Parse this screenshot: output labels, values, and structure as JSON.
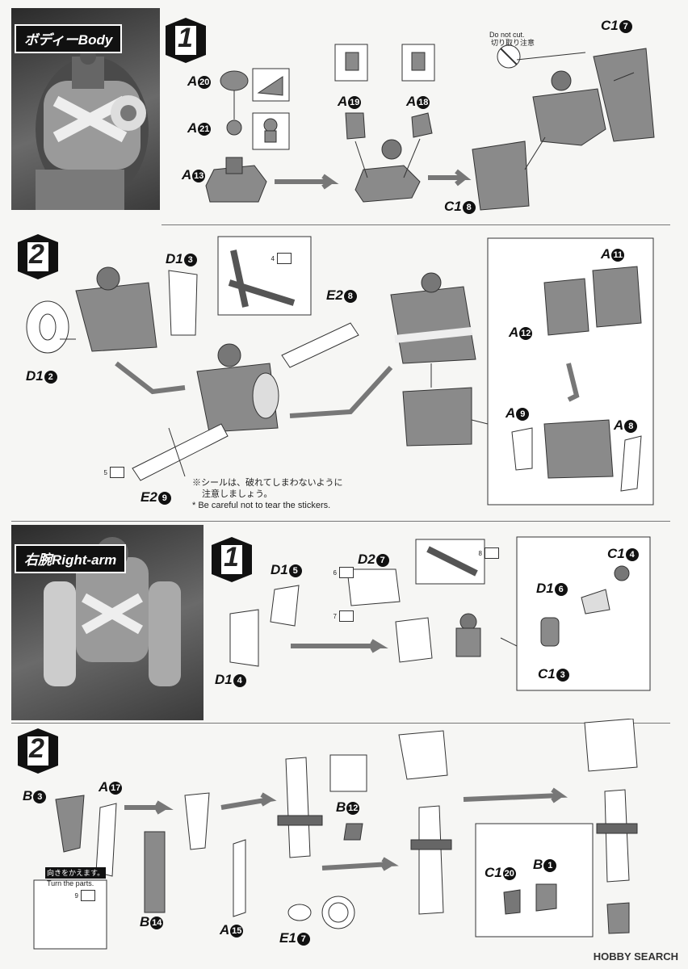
{
  "body_section": {
    "banner": "ボディーBody",
    "step1": {
      "badge": "1",
      "labels": [
        {
          "part": "A",
          "num": "20"
        },
        {
          "part": "A",
          "num": "21"
        },
        {
          "part": "A",
          "num": "13"
        },
        {
          "part": "A",
          "num": "19"
        },
        {
          "part": "A",
          "num": "18"
        },
        {
          "part": "C1",
          "num": "7"
        },
        {
          "part": "C1",
          "num": "8"
        }
      ],
      "do_not_cut_en": "Do not cut.",
      "do_not_cut_jp": "切り取り注意"
    },
    "step2": {
      "badge": "2",
      "labels": [
        {
          "part": "D1",
          "num": "3"
        },
        {
          "part": "D1",
          "num": "2"
        },
        {
          "part": "E2",
          "num": "8"
        },
        {
          "part": "E2",
          "num": "9"
        },
        {
          "part": "A",
          "num": "11"
        },
        {
          "part": "A",
          "num": "12"
        },
        {
          "part": "A",
          "num": "9"
        },
        {
          "part": "A",
          "num": "8"
        }
      ],
      "sticker_4": "4",
      "sticker_5": "5",
      "note_jp_1": "※シールは、破れてしまわないように",
      "note_jp_2": "注意しましょう。",
      "note_en": "* Be careful not to tear the stickers."
    }
  },
  "right_arm_section": {
    "banner": "右腕Right-arm",
    "step1": {
      "badge": "1",
      "labels": [
        {
          "part": "D1",
          "num": "5"
        },
        {
          "part": "D1",
          "num": "4"
        },
        {
          "part": "D2",
          "num": "7"
        },
        {
          "part": "C1",
          "num": "4"
        },
        {
          "part": "D1",
          "num": "6"
        },
        {
          "part": "C1",
          "num": "3"
        }
      ],
      "sticker_6": "6",
      "sticker_7": "7",
      "sticker_8": "8"
    },
    "step2": {
      "badge": "2",
      "labels": [
        {
          "part": "B",
          "num": "3"
        },
        {
          "part": "A",
          "num": "17"
        },
        {
          "part": "B",
          "num": "14"
        },
        {
          "part": "A",
          "num": "15"
        },
        {
          "part": "B",
          "num": "12"
        },
        {
          "part": "E1",
          "num": "7"
        },
        {
          "part": "C1",
          "num": "20"
        },
        {
          "part": "B",
          "num": "1"
        }
      ],
      "turn_jp": "向きをかえます。",
      "turn_en": "Turn the parts.",
      "sticker_9": "9"
    }
  },
  "footer": {
    "watermark": "HOBBY SEARCH"
  },
  "colors": {
    "part_gray": "#8a8a8a",
    "part_dark": "#5e5e5e",
    "line": "#333333",
    "arrow": "#6e6e6e"
  }
}
